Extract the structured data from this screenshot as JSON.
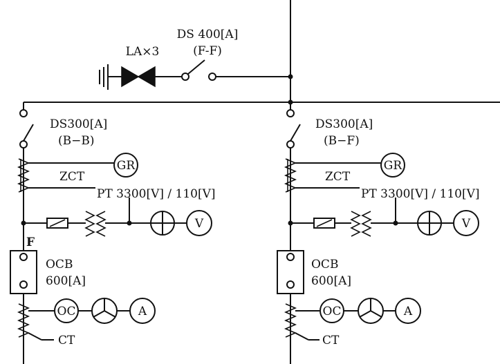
{
  "diagram": {
    "top": {
      "la_label": "LA×3",
      "ds_rating": "DS 400[A]",
      "ds_type": "(F-F)"
    },
    "feeders": [
      {
        "ds_rating": "DS300[A]",
        "ds_type": "(B−B)",
        "zct_label": "ZCT",
        "gr_label": "GR",
        "pt_label": "PT 3300[V] / 110[V]",
        "v_label": "V",
        "f_label": "F",
        "ocb_label": "OCB",
        "ocb_rating": "600[A]",
        "oc_label": "OC",
        "a_label": "A",
        "ct_label": "CT"
      },
      {
        "ds_rating": "DS300[A]",
        "ds_type": "(B−F)",
        "zct_label": "ZCT",
        "gr_label": "GR",
        "pt_label": "PT 3300[V] / 110[V]",
        "v_label": "V",
        "ocb_label": "OCB",
        "ocb_rating": "600[A]",
        "oc_label": "OC",
        "a_label": "A",
        "ct_label": "CT"
      }
    ]
  }
}
